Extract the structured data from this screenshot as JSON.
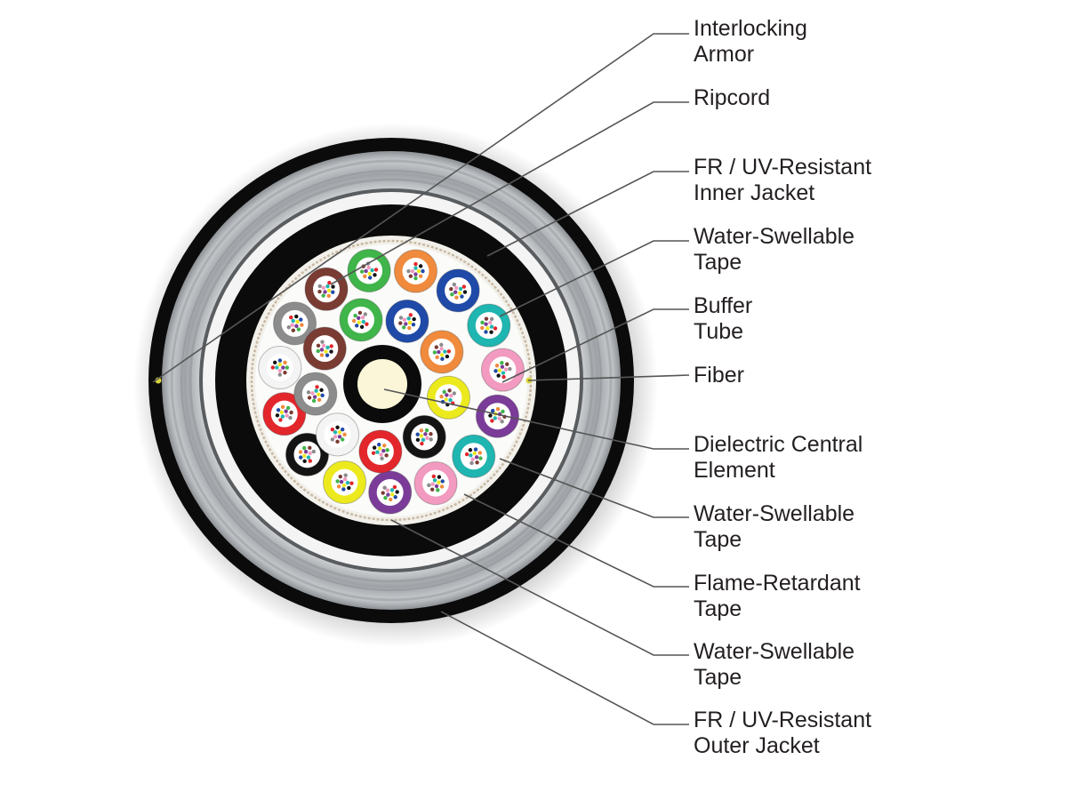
{
  "colors": {
    "outer_jacket": "#0b0b0b",
    "armor": "#b9bcbf",
    "inner_jacket": "#0b0b0b",
    "tape": "#f2f0ea",
    "central_element": "#fbf6d8",
    "leader_line": "#555555"
  },
  "tube_colors": {
    "blue": "#1f4aa8",
    "orange": "#f08a3c",
    "green": "#3fb54a",
    "brown": "#7a3b33",
    "slate": "#8c8c8c",
    "white": "#f4f4f4",
    "red": "#e3262b",
    "black": "#141414",
    "yellow": "#ecea1d",
    "violet": "#7a3c98",
    "rose": "#f29ac0",
    "aqua": "#1fb5b0"
  },
  "outer_tubes": [
    "orange",
    "blue",
    "aqua",
    "rose",
    "violet",
    "aqua",
    "rose",
    "violet",
    "yellow",
    "black",
    "red",
    "white",
    "slate",
    "brown",
    "green"
  ],
  "inner_tubes": [
    "blue",
    "orange",
    "yellow",
    "black",
    "red",
    "white",
    "slate",
    "brown",
    "green"
  ],
  "labels": [
    {
      "id": "interlocking-armor",
      "lines": [
        "Interlocking",
        "Armor"
      ]
    },
    {
      "id": "ripcord",
      "lines": [
        "Ripcord"
      ]
    },
    {
      "id": "inner-jacket",
      "lines": [
        "FR / UV-Resistant",
        "Inner Jacket"
      ]
    },
    {
      "id": "water-swellable-tape-1",
      "lines": [
        "Water-Swellable",
        "Tape"
      ]
    },
    {
      "id": "buffer-tube",
      "lines": [
        "Buffer",
        "Tube"
      ]
    },
    {
      "id": "fiber",
      "lines": [
        "Fiber"
      ]
    },
    {
      "id": "dielectric-central-element",
      "lines": [
        "Dielectric Central",
        "Element"
      ]
    },
    {
      "id": "water-swellable-tape-2",
      "lines": [
        "Water-Swellable",
        "Tape"
      ]
    },
    {
      "id": "flame-retardant-tape",
      "lines": [
        "Flame-Retardant",
        "Tape"
      ]
    },
    {
      "id": "water-swellable-tape-3",
      "lines": [
        "Water-Swellable",
        "Tape"
      ]
    },
    {
      "id": "outer-jacket",
      "lines": [
        "FR / UV-Resistant",
        "Outer Jacket"
      ]
    }
  ]
}
